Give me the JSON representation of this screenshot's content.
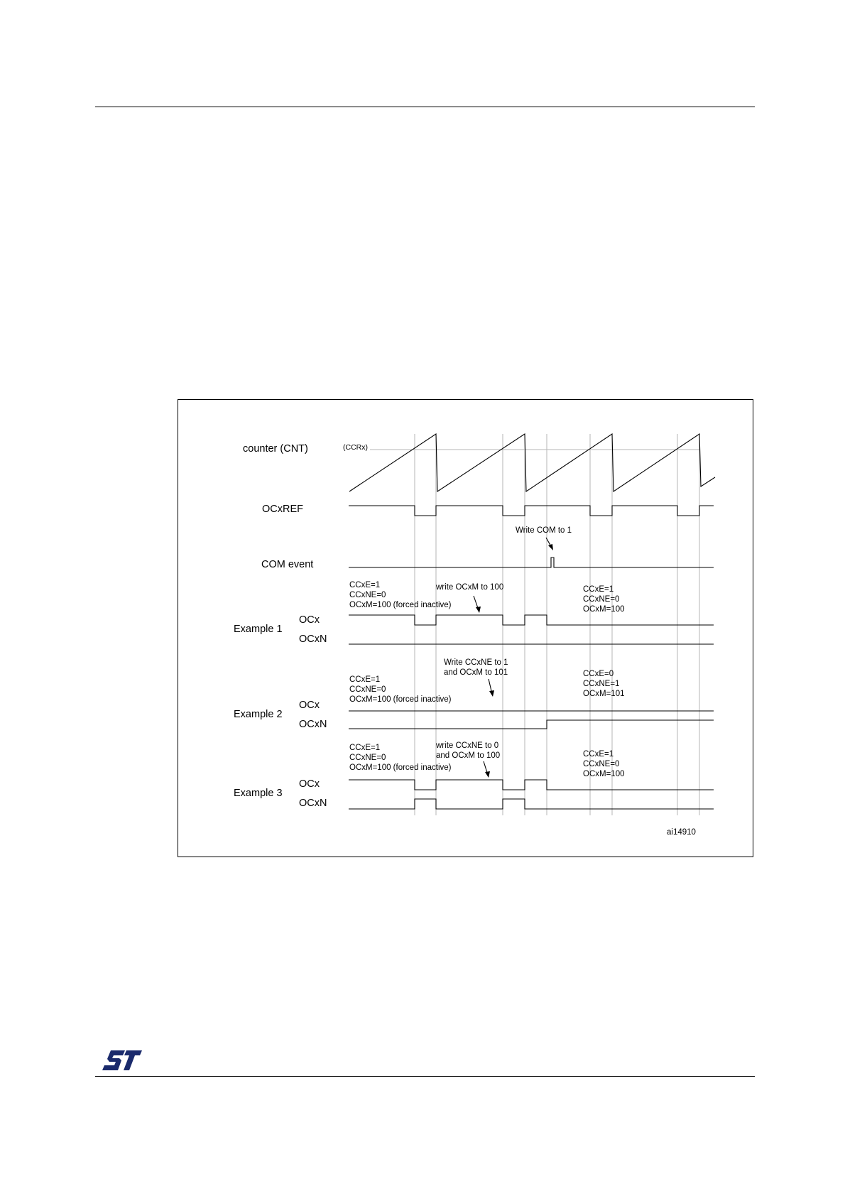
{
  "figure": {
    "figure_id": "ai14910",
    "signal_labels": {
      "counter": "counter (CNT)",
      "ccrx": "(CCRx)",
      "ocxref": "OCxREF",
      "com_event": "COM event"
    },
    "write_com": "Write COM to 1",
    "examples": [
      {
        "title": "Example 1",
        "ocx": "OCx",
        "ocxn": "OCxN",
        "initial": [
          "CCxE=1",
          "CCxNE=0",
          "OCxM=100 (forced inactive)"
        ],
        "write": [
          "write OCxM to 100"
        ],
        "after": [
          "CCxE=1",
          "CCxNE=0",
          "OCxM=100"
        ]
      },
      {
        "title": "Example 2",
        "ocx": "OCx",
        "ocxn": "OCxN",
        "initial": [
          "CCxE=1",
          "CCxNE=0",
          "OCxM=100 (forced inactive)"
        ],
        "write": [
          "Write CCxNE to 1",
          "and OCxM to 101"
        ],
        "after": [
          "CCxE=0",
          "CCxNE=1",
          "OCxM=101"
        ]
      },
      {
        "title": "Example 3",
        "ocx": "OCx",
        "ocxn": "OCxN",
        "initial": [
          "CCxE=1",
          "CCxNE=0",
          "OCxM=100 (forced inactive)"
        ],
        "write": [
          "write CCxNE to 0",
          "and OCxM to 100"
        ],
        "after": [
          "CCxE=1",
          "CCxNE=0",
          "OCxM=100"
        ]
      }
    ]
  },
  "footer": {
    "logo_icon": "st-logo-icon",
    "logo_color": "#1a2a6c"
  }
}
